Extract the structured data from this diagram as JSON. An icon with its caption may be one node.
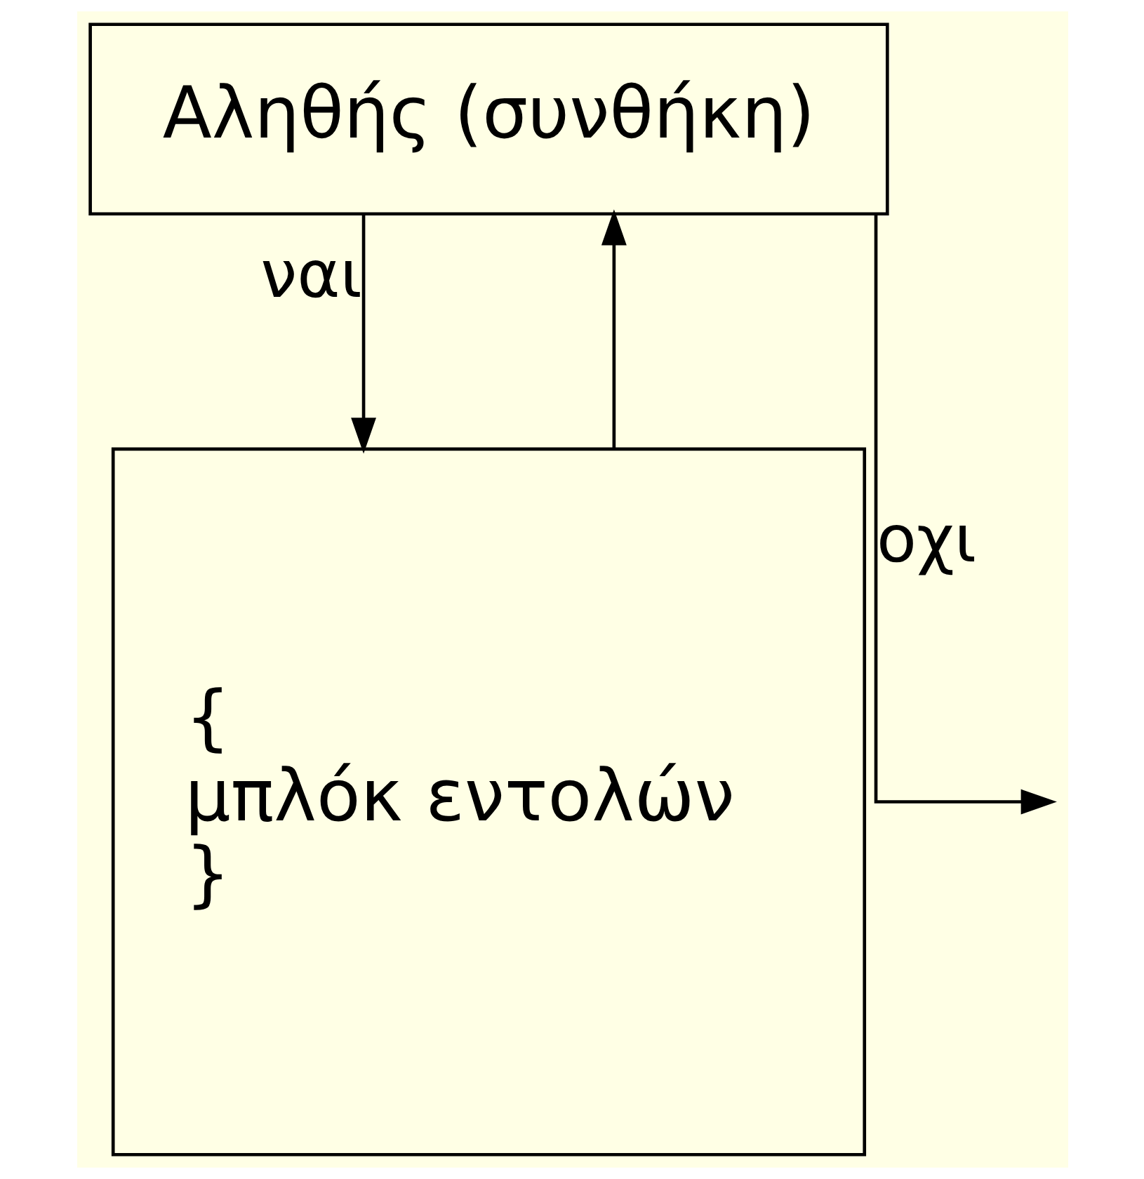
{
  "diagram": {
    "nodes": [
      {
        "text": [
          "Αληθής (συνθήκη)"
        ]
      },
      {
        "text": [
          "{",
          "μπλόκ εντολών",
          "}"
        ]
      }
    ],
    "edges": [
      {
        "from": 0,
        "to": 1,
        "label": "ναι",
        "arrow": "to"
      },
      {
        "from": 1,
        "to": 0,
        "arrow": "to"
      },
      {
        "from": 0,
        "to": null,
        "label": "οχι",
        "arrow": "to"
      }
    ]
  }
}
